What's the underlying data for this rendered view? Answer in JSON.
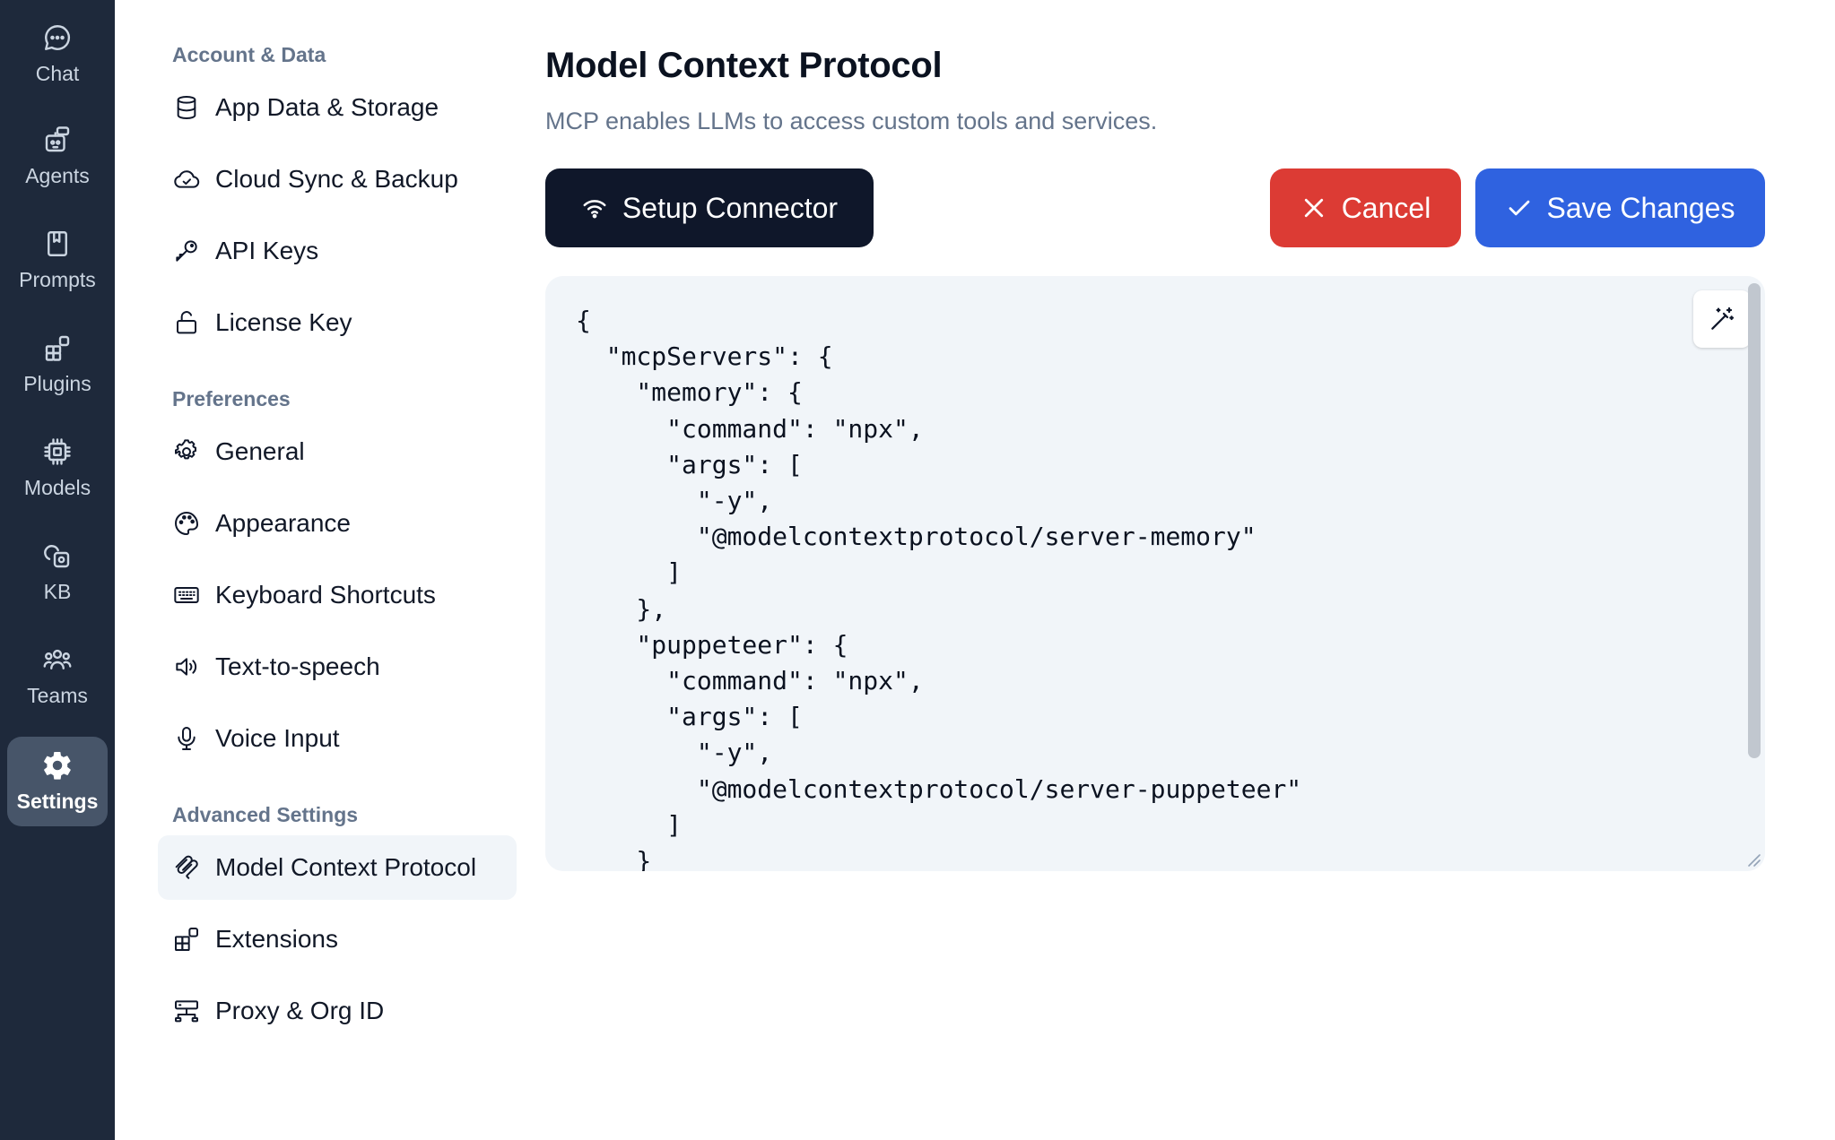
{
  "rail": {
    "items": [
      {
        "label": "Chat",
        "icon": "chat-bubble-icon"
      },
      {
        "label": "Agents",
        "icon": "agents-icon"
      },
      {
        "label": "Prompts",
        "icon": "bookmark-icon"
      },
      {
        "label": "Plugins",
        "icon": "puzzle-blocks-icon"
      },
      {
        "label": "Models",
        "icon": "chip-icon"
      },
      {
        "label": "KB",
        "icon": "knowledge-base-icon"
      },
      {
        "label": "Teams",
        "icon": "team-icon"
      },
      {
        "label": "Settings",
        "icon": "gear-icon",
        "active": true
      }
    ]
  },
  "sidebar": {
    "account_heading": "Account & Data",
    "account_items": [
      {
        "label": "App Data & Storage",
        "icon": "database-icon"
      },
      {
        "label": "Cloud Sync & Backup",
        "icon": "cloud-icon"
      },
      {
        "label": "API Keys",
        "icon": "key-icon"
      },
      {
        "label": "License Key",
        "icon": "unlock-icon"
      }
    ],
    "preferences_heading": "Preferences",
    "preferences_items": [
      {
        "label": "General",
        "icon": "gear-icon"
      },
      {
        "label": "Appearance",
        "icon": "palette-icon"
      },
      {
        "label": "Keyboard Shortcuts",
        "icon": "keyboard-icon"
      },
      {
        "label": "Text-to-speech",
        "icon": "speaker-icon"
      },
      {
        "label": "Voice Input",
        "icon": "microphone-icon"
      }
    ],
    "advanced_heading": "Advanced Settings",
    "advanced_items": [
      {
        "label": "Model Context Protocol",
        "icon": "mcp-icon",
        "active": true
      },
      {
        "label": "Extensions",
        "icon": "extensions-icon"
      },
      {
        "label": "Proxy & Org ID",
        "icon": "network-icon"
      }
    ]
  },
  "main": {
    "title": "Model Context Protocol",
    "subtitle": "MCP enables LLMs to access custom tools and services.",
    "setup_label": "Setup Connector",
    "cancel_label": "Cancel",
    "save_label": "Save Changes",
    "editor_text": "{\n  \"mcpServers\": {\n    \"memory\": {\n      \"command\": \"npx\",\n      \"args\": [\n        \"-y\",\n        \"@modelcontextprotocol/server-memory\"\n      ]\n    },\n    \"puppeteer\": {\n      \"command\": \"npx\",\n      \"args\": [\n        \"-y\",\n        \"@modelcontextprotocol/server-puppeteer\"\n      ]\n    }"
  },
  "colors": {
    "rail_bg": "#1e293b",
    "rail_active": "#475569",
    "setup_button": "#0f172a",
    "cancel_button": "#dc3b34",
    "save_button": "#2f62e0",
    "editor_bg": "#f1f5f9"
  }
}
